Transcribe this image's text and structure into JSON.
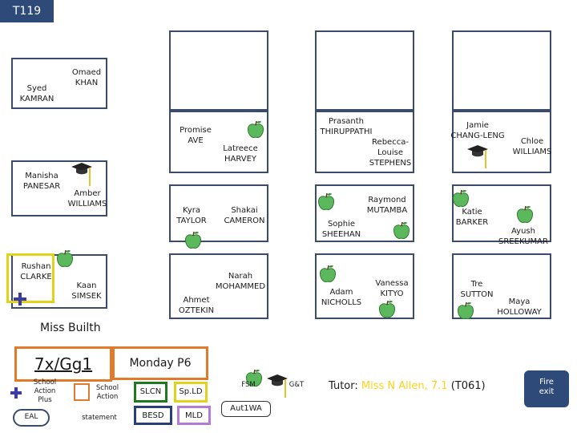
{
  "room": "T119",
  "students": [
    {
      "id": "syed-kamran",
      "name": "Syed\nKAMRAN"
    },
    {
      "id": "omaed-khan",
      "name": "Omaed\nKHAN"
    },
    {
      "id": "manisha-panesar",
      "name": "Manisha\nPANESAR"
    },
    {
      "id": "amber-williams",
      "name": "Amber\nWILLIAMS"
    },
    {
      "id": "rushan-clarke",
      "name": "Rushan\nCLARKE"
    },
    {
      "id": "kaan-simsek",
      "name": "Kaan\nSIMSEK"
    },
    {
      "id": "promise-ave",
      "name": "Promise\nAVE"
    },
    {
      "id": "latreece-harvey",
      "name": "Latreece\nHARVEY"
    },
    {
      "id": "kyra-taylor",
      "name": "Kyra\nTAYLOR"
    },
    {
      "id": "shakai-cameron",
      "name": "Shakai\nCAMERON"
    },
    {
      "id": "narah-mohammed",
      "name": "Narah\nMOHAMMED"
    },
    {
      "id": "ahmet-oztekin",
      "name": "Ahmet\nOZTEKIN"
    },
    {
      "id": "prasanth-thiruppathi",
      "name": "Prasanth\nTHIRUPPATHI"
    },
    {
      "id": "rebecca-louise-stephens",
      "name": "Rebecca-\nLouise\nSTEPHENS"
    },
    {
      "id": "raymond-mutamba",
      "name": "Raymond\nMUTAMBA"
    },
    {
      "id": "sophie-sheehan",
      "name": "Sophie\nSHEEHAN"
    },
    {
      "id": "vanessa-kityo",
      "name": "Vanessa\nKITYO"
    },
    {
      "id": "adam-nicholls",
      "name": "Adam\nNICHOLLS"
    },
    {
      "id": "jamie-chang-leng",
      "name": "Jamie\nCHANG-LENG"
    },
    {
      "id": "chloe-williams",
      "name": "Chloe\nWILLIAMS"
    },
    {
      "id": "katie-barker",
      "name": "Katie\nBARKER"
    },
    {
      "id": "ayush-sreekumar",
      "name": "Ayush\nSREEKUMAR"
    },
    {
      "id": "tre-sutton",
      "name": "Tre\nSUTTON"
    },
    {
      "id": "maya-holloway",
      "name": "Maya\nHOLLOWAY"
    }
  ],
  "teacher": "Miss Builth",
  "class_code": "7x/Gg1",
  "period": "Monday P6",
  "key": {
    "school_action_plus": "School\nAction\nPlus",
    "school_action": "School\nAction",
    "eal": "EAL",
    "statement": "statement",
    "slcn": "SLCN",
    "spld": "Sp.LD",
    "besd": "BESD",
    "mld": "MLD",
    "fsm": "FSM",
    "gt": "G&T",
    "aut1wa": "Aut1WA"
  },
  "tutor": {
    "label": "Tutor:",
    "name": "Miss N Allen, 7.1",
    "room": "(T061)"
  },
  "fire_exit": "Fire\nexit",
  "colors": {
    "room_label": "#2e4a78",
    "desk_border": "#3b4c6b",
    "school_action_plus": "#3a3aa8",
    "school_action": "#e07b2c",
    "slcn": "#1f7a1f",
    "spld": "#e3d21a",
    "besd": "#2a3f7a",
    "mld": "#b37ad6",
    "gifted_talented_cap": "#222222",
    "fsm_apple": "#5cb85c",
    "tutor_highlight": "#ffd21a"
  }
}
